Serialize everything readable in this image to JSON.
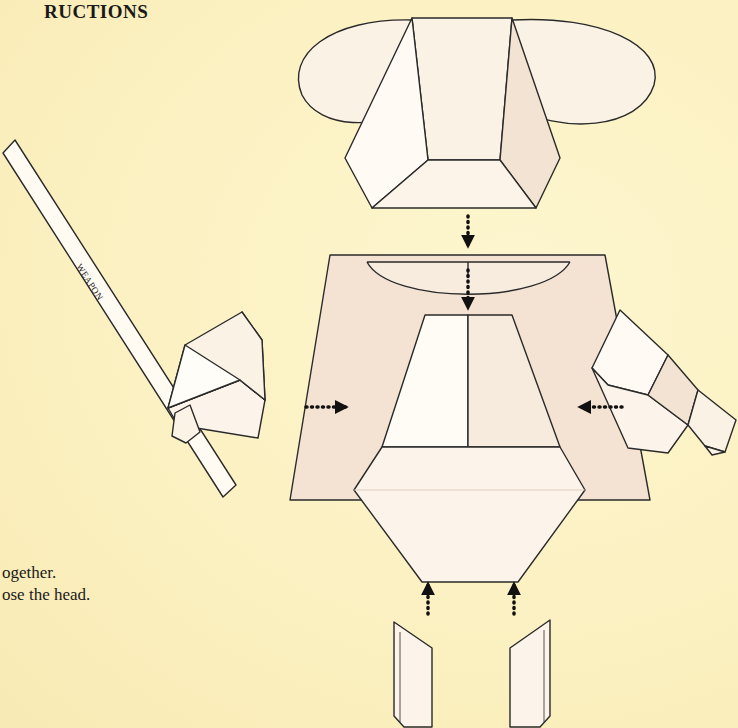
{
  "diagram": {
    "title": "RUCTIONS",
    "nodes": [
      {
        "text": [
          "WEAPON"
        ]
      }
    ],
    "labels": [
      "ogether.",
      "ose the head."
    ]
  }
}
